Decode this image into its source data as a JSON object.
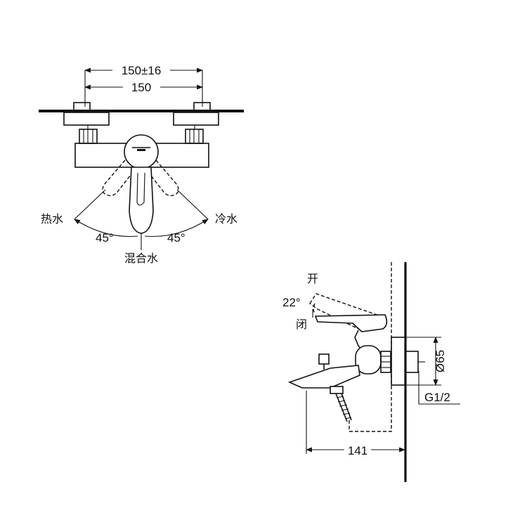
{
  "front_view": {
    "dim_outer": "150±16",
    "dim_inner": "150",
    "hot_label": "热水",
    "cold_label": "冷水",
    "mixed_label": "混合水",
    "angle_left": "45°",
    "angle_right": "45°"
  },
  "side_view": {
    "open_label": "开",
    "closed_label": "闭",
    "lever_angle": "22°",
    "flange_diameter": "Ø65",
    "thread": "G1/2",
    "projection": "141"
  }
}
